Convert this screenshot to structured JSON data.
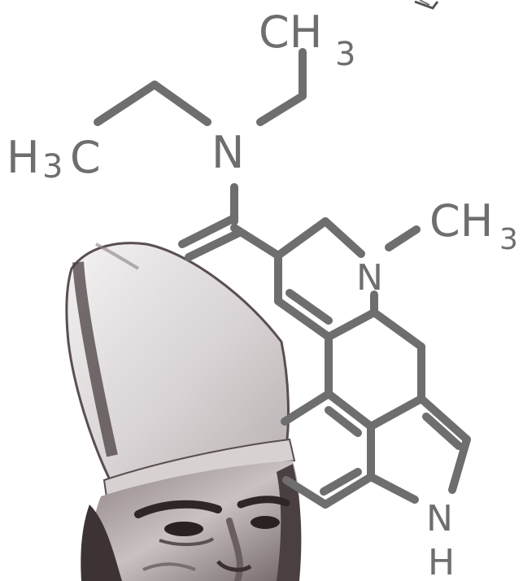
{
  "colors": {
    "structure": "#6e6e6e",
    "background": "#ffffff",
    "portrait_dark": "#3e3334",
    "portrait_mid": "#9a8f90",
    "portrait_light": "#e9e6e6"
  },
  "labels": {
    "ch3_top": "CH",
    "ch3_top_sub": "3",
    "h3c_left_h": "H",
    "h3c_left_sub": "3",
    "h3c_left_c": "C",
    "n_amide": "N",
    "n_ring": "N",
    "ch3_right": "CH",
    "ch3_right_sub": "3",
    "nh_n": "N",
    "nh_h": "H"
  },
  "icons": {
    "corner_fragment": "sketch-fragment-icon",
    "portrait": "bishop-portrait-illustration"
  }
}
